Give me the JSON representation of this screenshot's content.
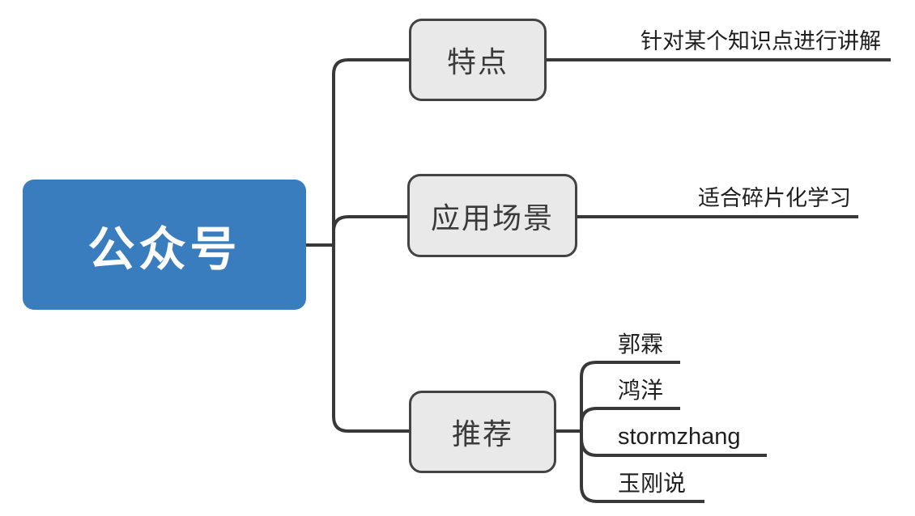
{
  "diagram": {
    "type": "mindmap",
    "root": {
      "label": "公众号"
    },
    "branches": [
      {
        "label": "特点",
        "children": [
          {
            "label": "针对某个知识点进行讲解"
          }
        ]
      },
      {
        "label": "应用场景",
        "children": [
          {
            "label": "适合碎片化学习"
          }
        ]
      },
      {
        "label": "推荐",
        "children": [
          {
            "label": "郭霖"
          },
          {
            "label": "鸿洋"
          },
          {
            "label": "stormzhang"
          },
          {
            "label": "玉刚说"
          }
        ]
      }
    ],
    "colors": {
      "background": "#ffffff",
      "root_fill": "#3a7dbf",
      "root_text": "#ffffff",
      "node_fill": "#e9e9e9",
      "node_border": "#434343",
      "connector_line": "#383838",
      "leaf_text": "#1f1f1f"
    }
  }
}
